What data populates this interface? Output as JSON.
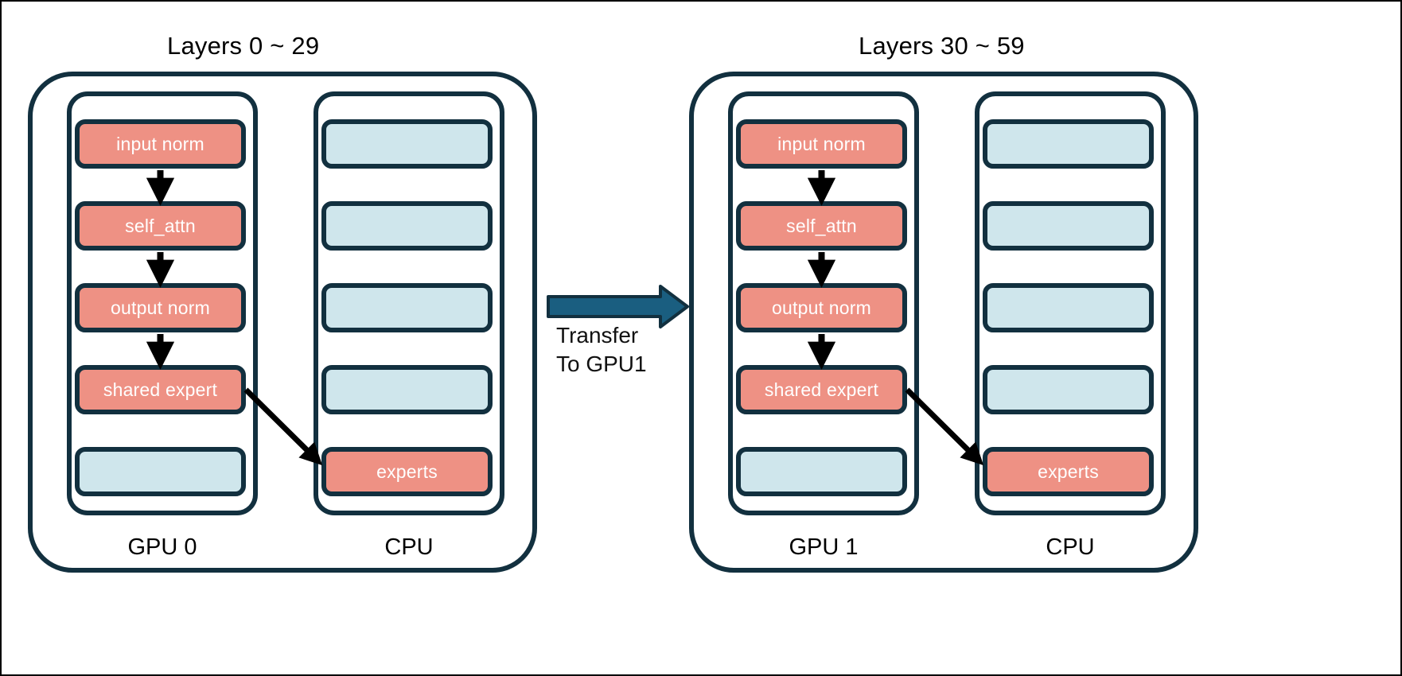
{
  "diagram": {
    "title_left": "Layers 0 ~ 29",
    "title_right": "Layers 30 ~ 59",
    "transfer_label": "Transfer\nTo GPU1",
    "colors": {
      "active_block": "#ee9184",
      "idle_block": "#cfe6ec",
      "outline": "#12303f",
      "transfer_arrow": "#1a5e80",
      "flow_arrow": "#000000",
      "background": "#ffffff",
      "text_on_active": "#ffffff",
      "label_text": "#000000"
    },
    "panels": [
      {
        "id": "panel-left",
        "title": "Layers 0 ~ 29",
        "devices": [
          {
            "id": "gpu-0",
            "label": "GPU 0",
            "kind": "gpu",
            "slots": [
              {
                "label": "input norm",
                "state": "active"
              },
              {
                "label": "self_attn",
                "state": "active"
              },
              {
                "label": "output norm",
                "state": "active"
              },
              {
                "label": "shared expert",
                "state": "active"
              },
              {
                "label": "",
                "state": "idle"
              }
            ]
          },
          {
            "id": "cpu-left",
            "label": "CPU",
            "kind": "cpu",
            "slots": [
              {
                "label": "",
                "state": "idle"
              },
              {
                "label": "",
                "state": "idle"
              },
              {
                "label": "",
                "state": "idle"
              },
              {
                "label": "",
                "state": "idle"
              },
              {
                "label": "experts",
                "state": "active"
              }
            ]
          }
        ]
      },
      {
        "id": "panel-right",
        "title": "Layers 30 ~ 59",
        "devices": [
          {
            "id": "gpu-1",
            "label": "GPU 1",
            "kind": "gpu",
            "slots": [
              {
                "label": "input norm",
                "state": "active"
              },
              {
                "label": "self_attn",
                "state": "active"
              },
              {
                "label": "output norm",
                "state": "active"
              },
              {
                "label": "shared expert",
                "state": "active"
              },
              {
                "label": "",
                "state": "idle"
              }
            ]
          },
          {
            "id": "cpu-right",
            "label": "CPU",
            "kind": "cpu",
            "slots": [
              {
                "label": "",
                "state": "idle"
              },
              {
                "label": "",
                "state": "idle"
              },
              {
                "label": "",
                "state": "idle"
              },
              {
                "label": "",
                "state": "idle"
              },
              {
                "label": "experts",
                "state": "active"
              }
            ]
          }
        ]
      }
    ],
    "flow_arrows": {
      "gpu_chain_count": 3,
      "offload_arrow_label": "",
      "transfer_arrow_label": "Transfer To GPU1"
    }
  }
}
